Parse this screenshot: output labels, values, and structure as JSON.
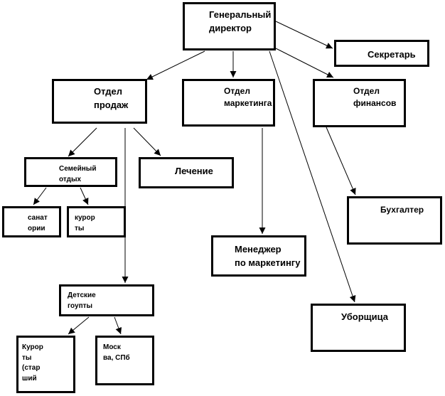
{
  "nodes": [
    {
      "id": "ceo",
      "name": "node-ceo",
      "label": "Генеральный\nдиректор"
    },
    {
      "id": "secretary",
      "name": "node-secretary",
      "label": "Секретарь"
    },
    {
      "id": "sales",
      "name": "node-sales",
      "label": "Отдел\nпродаж"
    },
    {
      "id": "marketing",
      "name": "node-marketing",
      "label": "Отдел\nмаркетинга"
    },
    {
      "id": "finance",
      "name": "node-finance",
      "label": "Отдел\nфинансов"
    },
    {
      "id": "family",
      "name": "node-family-rest",
      "label": "Семейный\nотдых"
    },
    {
      "id": "treatment",
      "name": "node-treatment",
      "label": "Лечение"
    },
    {
      "id": "sanatoriums",
      "name": "node-sanatoriums",
      "label": "санат\nории"
    },
    {
      "id": "resorts",
      "name": "node-resorts",
      "label": "курор\nты"
    },
    {
      "id": "accountant",
      "name": "node-accountant",
      "label": "Бухгалтер"
    },
    {
      "id": "manager",
      "name": "node-marketing-manager",
      "label": "Менеджер\nпо маркетингу"
    },
    {
      "id": "kids",
      "name": "node-kids-groups",
      "label": "Детские\nгоупты"
    },
    {
      "id": "cleaner",
      "name": "node-cleaner",
      "label": "Уборщица"
    },
    {
      "id": "resorts_senior",
      "name": "node-resorts-senior",
      "label": "Курор\nты\n(стар\nший"
    },
    {
      "id": "moscow_spb",
      "name": "node-moscow-spb",
      "label": "Моск\nва, СПб"
    }
  ],
  "edges": [
    {
      "from": "ceo",
      "to": "secretary"
    },
    {
      "from": "ceo",
      "to": "sales"
    },
    {
      "from": "ceo",
      "to": "marketing"
    },
    {
      "from": "ceo",
      "to": "finance"
    },
    {
      "from": "ceo",
      "to": "cleaner"
    },
    {
      "from": "sales",
      "to": "family"
    },
    {
      "from": "sales",
      "to": "treatment"
    },
    {
      "from": "sales",
      "to": "kids"
    },
    {
      "from": "family",
      "to": "sanatoriums"
    },
    {
      "from": "family",
      "to": "resorts"
    },
    {
      "from": "marketing",
      "to": "manager"
    },
    {
      "from": "finance",
      "to": "accountant"
    },
    {
      "from": "kids",
      "to": "resorts_senior"
    },
    {
      "from": "kids",
      "to": "moscow_spb"
    }
  ]
}
